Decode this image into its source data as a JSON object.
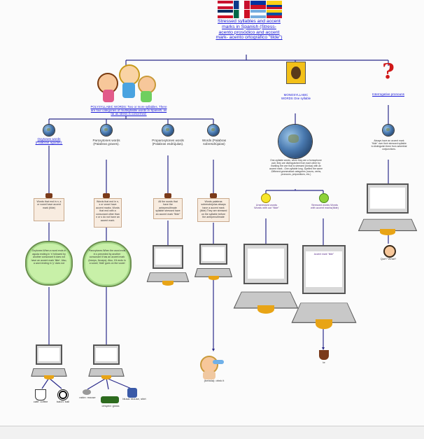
{
  "root": {
    "title": "Stressed syllables and accent marks in Spanish (Stress- acento prosódico and accent mark- acento ortográfico \"tilde\")"
  },
  "branches": {
    "polysyllabic": "POLYSYLLABIC WORDS: Two or more syllables. There are four categories of multisyllable words in Spanish, as far as stress is concerned:",
    "monosyllabic": "MONOSYLLABIC WORDS One syllable",
    "interrogative": "Interrogative pronouns"
  },
  "categories": {
    "oxytones": "Oxytones words (Palabras agudas):",
    "paroxytones": "Paroxytones words (Palabras graves).",
    "proparoxytones": "Proparoxytones words (Palabras esdrújulas).",
    "words": "Words (Palabras sobresdrújulas)"
  },
  "mono_description": "One-syllable words, when they are a homophone pair, they are distinguished from each other by marking the one that is stressed (tónica) with an accent mark. -One-syllable long -Spelled the same -Different grammatical categories (nouns, verbs, pronouns, prepositions, etc.)",
  "interrogative_description": "Always have an accent mark \"tilde\" over their stressed syllable to distinguish them from adverbial conjunctions.",
  "notes": {
    "oxytones": "Words that end in n, s or vowel have accent mark (tilde)",
    "paroxytones": "Words that end in n, s or vowel have accent marks. Words that end with a consonant other than n or s do not have an accent mark.",
    "proparoxytones": "All the words that have the antepenultimate syllable stressed have an accent mark \"tilde\"",
    "words": "Words palabras sobresdrújulas always have a accent mark (tilde) They are stressed on the syllable before the antepenultimate"
  },
  "clouds": {
    "oxytones": "Oxytones When a word ends in aguda ending in 'n' followed by another consonant it does not have an accent mark 'tilde'. Also, a word ending in 'y' does not",
    "paroxytones": "Paroxytones When the word ends in s preceded by another consonant it has an accent mark (bíceps, fórceps). Also, if it ends in a vowel, 'tilde' goes on the vowel"
  },
  "moods": {
    "unstressed": "Unstressed words Words with out \"tilde\"",
    "stressed": "Stressed words Words with accent marks(tilde)"
  },
  "screens": {
    "oxy": "",
    "parox": "",
    "proparox": "",
    "words": "",
    "stressed": "",
    "accent": "Accent mark \"tilde\"",
    "interrog": "",
    "bottom_left": "",
    "bottom_mid": ""
  },
  "captions": {
    "cafe": "café: coffee",
    "balon": "balón: ball",
    "grass": "césped: grass",
    "mouse": "ratón: mouse",
    "blouse": "blusa: blouse, shirt",
    "drink": "(bebida): drink it",
    "te": "te",
    "que": "Qué? What?"
  },
  "colors": {
    "line": "#2a2a8a",
    "link": "#1a1ad8",
    "cloud": "#c8f0a8",
    "note": "#f8ece0",
    "dock": "#e8a416"
  }
}
